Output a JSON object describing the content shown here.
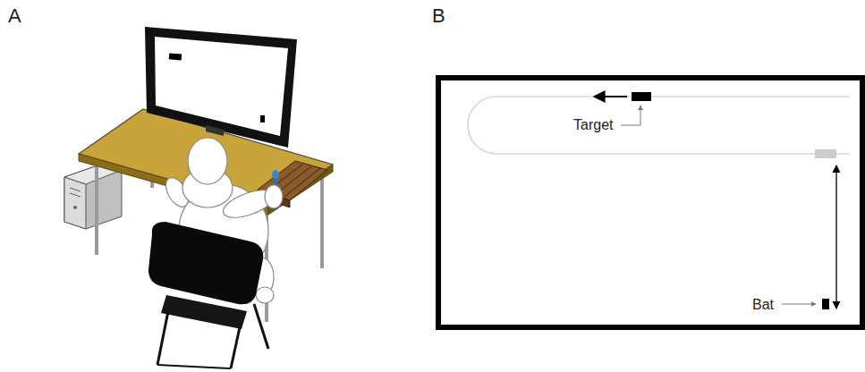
{
  "diagram": {
    "labels": [
      "A",
      "B",
      "Target",
      "Bat"
    ]
  }
}
